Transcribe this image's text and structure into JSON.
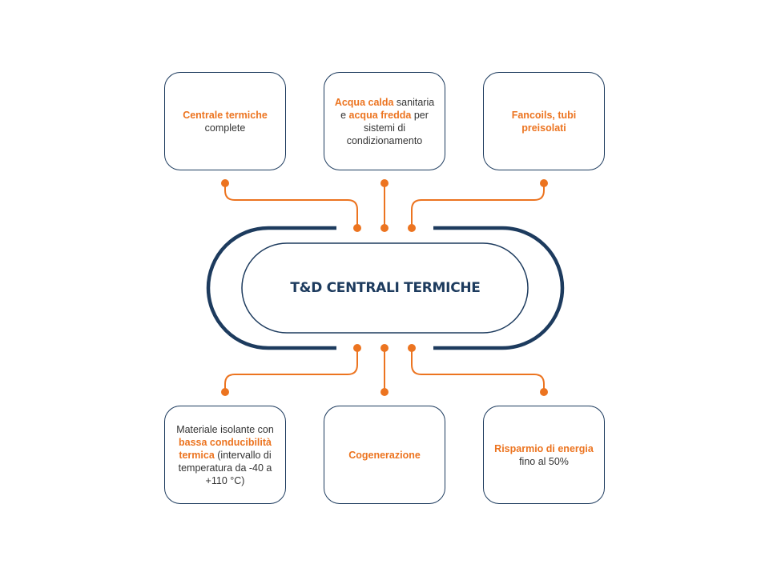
{
  "colors": {
    "navy": "#1d3b5e",
    "orange": "#ec7420",
    "text": "#333333"
  },
  "center": {
    "title": "T&D CENTRALI TERMICHE"
  },
  "boxes": {
    "top_left": {
      "p1": "Centrale termiche",
      "p2": " complete"
    },
    "top_center": {
      "p1": "Acqua calda",
      "p2": " sanitaria e ",
      "p3": "acqua fredda",
      "p4": " per sistemi di condizionamento"
    },
    "top_right": {
      "p1": "Fancoils, tubi preisolati"
    },
    "bottom_left": {
      "p1": "Materiale isolante con ",
      "p2": "bassa conducibilità termica",
      "p3": " (intervallo di temperatura da -40 a +110 °C)"
    },
    "bottom_center": {
      "p1": "Cogenerazione"
    },
    "bottom_right": {
      "p1": "Risparmio di energia",
      "p2": " fino al 50%"
    }
  }
}
